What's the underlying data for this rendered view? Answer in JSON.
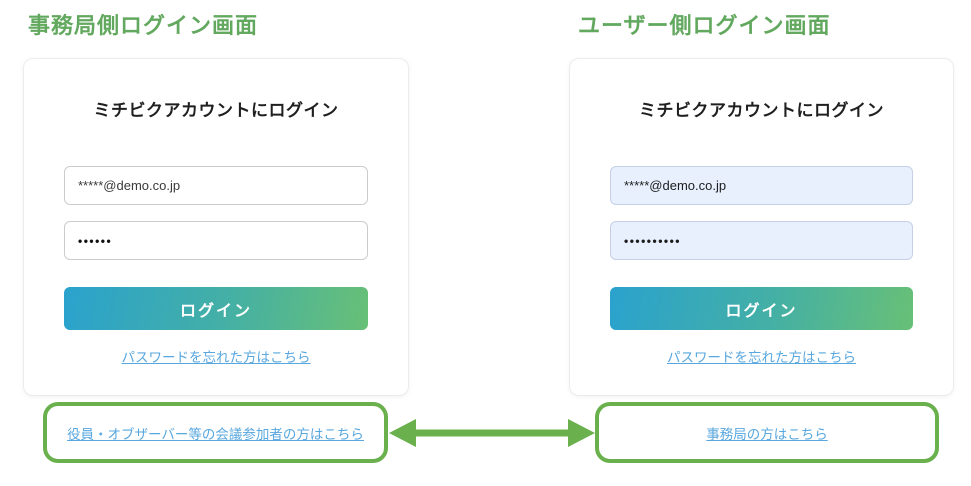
{
  "colors": {
    "heading_green": "#62a85e",
    "box_border_green": "#6ab04c",
    "link_blue": "#58a7de",
    "button_gradient_start": "#2aa2cd",
    "button_gradient_end": "#68c076",
    "autofill_background": "#e8f0fe"
  },
  "left_section": {
    "heading": "事務局側ログイン画面",
    "card": {
      "title": "ミチビクアカウントにログイン",
      "email_value": "*****@demo.co.jp",
      "password_value": "••••••",
      "login_label": "ログイン",
      "forgot_link_label": "パスワードを忘れた方はこちら"
    },
    "switch_link_label": "役員・オブザーバー等の会議参加者の方はこちら"
  },
  "right_section": {
    "heading": "ユーザー側ログイン画面",
    "card": {
      "title": "ミチビクアカウントにログイン",
      "email_value": "*****@demo.co.jp",
      "password_value": "••••••••••",
      "login_label": "ログイン",
      "forgot_link_label": "パスワードを忘れた方はこちら"
    },
    "switch_link_label": "事務局の方はこちら"
  }
}
